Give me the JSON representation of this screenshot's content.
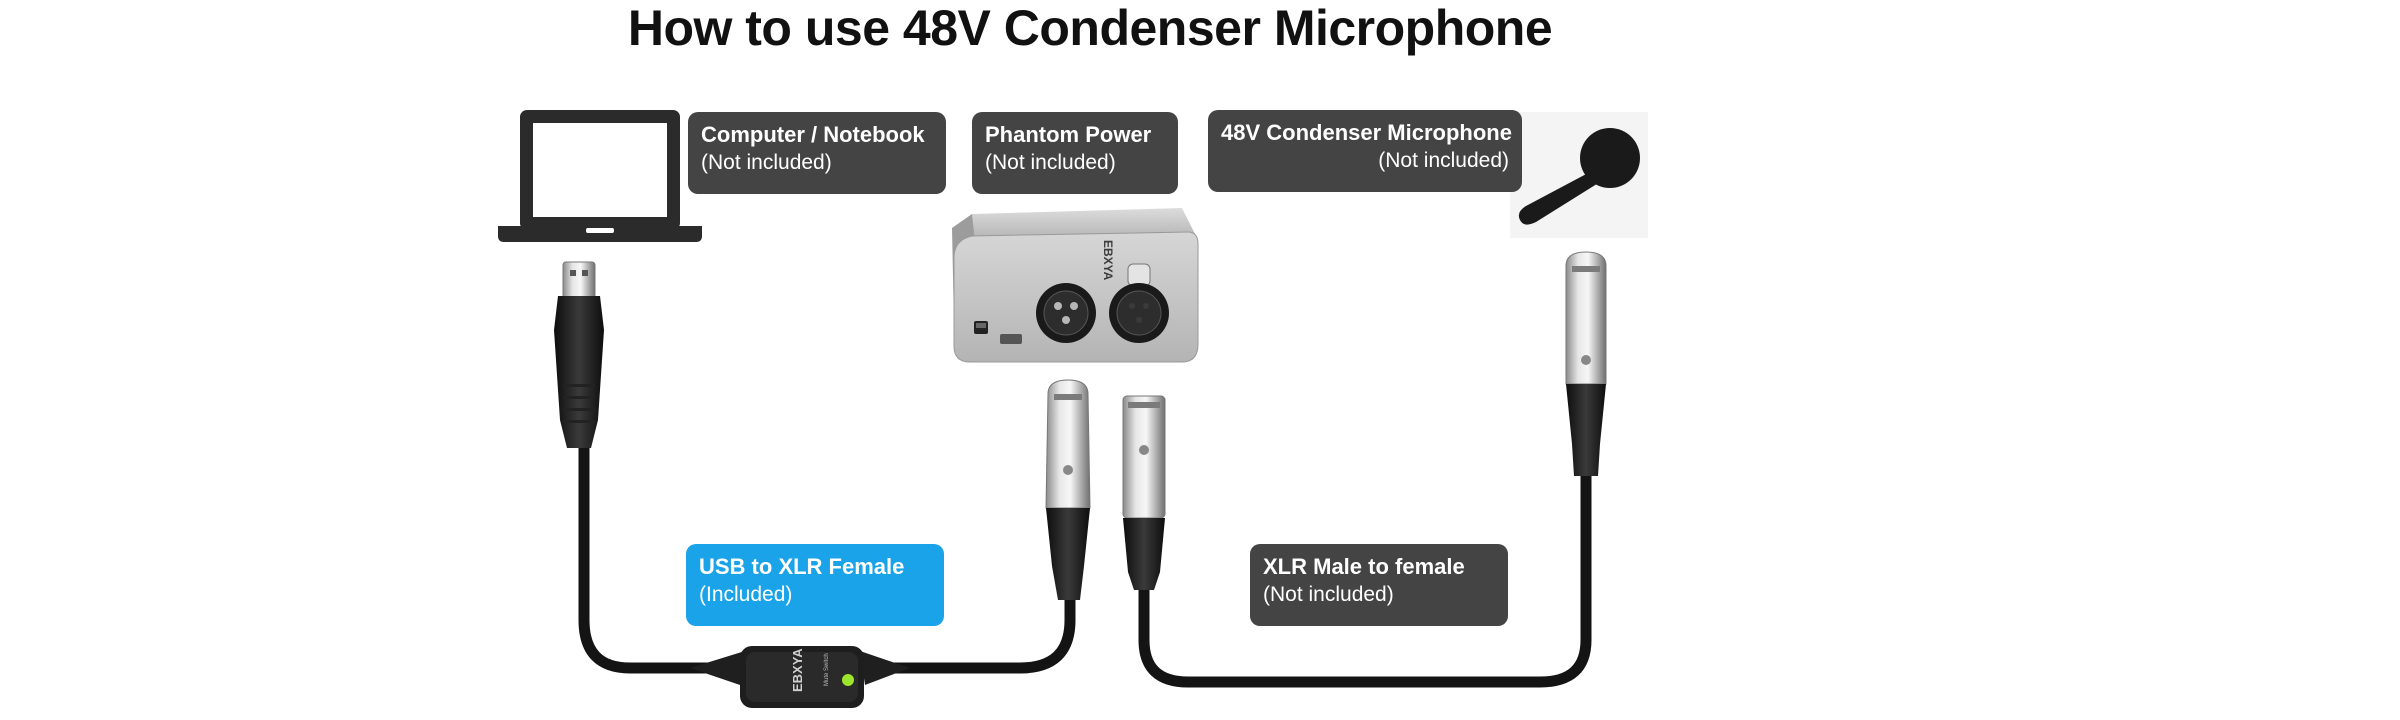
{
  "title": "How to use 48V Condenser Microphone",
  "labels": {
    "computer": {
      "name": "Computer / Notebook",
      "note": "(Not included)"
    },
    "phantom": {
      "name": "Phantom Power",
      "note": "(Not included)"
    },
    "microphone": {
      "name": "48V Condenser Microphone",
      "note": "(Not included)"
    },
    "usb_xlr": {
      "name": "USB to XLR Female",
      "note": "(Included)"
    },
    "xlr_cable": {
      "name": "XLR Male to female",
      "note": "(Not included)"
    }
  },
  "device_branding": {
    "phantom_brand": "EBXYA",
    "adapter_brand": "EBXYA",
    "adapter_text": "Mute Switch"
  },
  "icons": [
    "laptop-icon",
    "microphone-icon"
  ],
  "colors": {
    "label_dark": "#444444",
    "label_included": "#1aa3e8",
    "title_text": "#111111",
    "led_green": "#9be62c"
  }
}
